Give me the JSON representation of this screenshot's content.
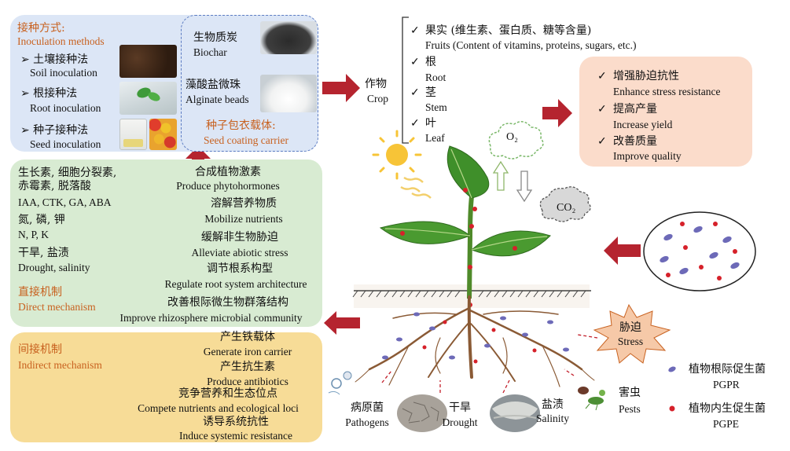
{
  "inoculation": {
    "title_cn": "接种方式:",
    "title_en": "Inoculation methods",
    "methods": [
      {
        "cn": "➢ 土壤接种法",
        "en": "Soil inoculation"
      },
      {
        "cn": "➢ 根接种法",
        "en": "Root inoculation"
      },
      {
        "cn": "➢ 种子接种法",
        "en": "Seed inoculation"
      }
    ],
    "carriers": [
      {
        "cn": "生物质炭",
        "en": "Biochar"
      },
      {
        "cn": "藻酸盐微珠",
        "en": "Alginate beads"
      }
    ],
    "seed_coating_cn": "种子包衣载体:",
    "seed_coating_en": "Seed coating carrier"
  },
  "crop": {
    "label_cn": "作物",
    "label_en": "Crop",
    "parts": [
      {
        "cn": "果实 (维生素、蛋白质、糖等含量)",
        "en": "Fruits (Content of vitamins, proteins, sugars, etc.)"
      },
      {
        "cn": "根",
        "en": "Root"
      },
      {
        "cn": "茎",
        "en": "Stem"
      },
      {
        "cn": "叶",
        "en": "Leaf"
      }
    ]
  },
  "benefits": [
    {
      "cn": "增强胁迫抗性",
      "en": "Enhance stress resistance"
    },
    {
      "cn": "提高产量",
      "en": "Increase yield"
    },
    {
      "cn": "改善质量",
      "en": "Improve quality"
    }
  ],
  "direct": {
    "title_cn": "直接机制",
    "title_en": "Direct mechanism",
    "left_items": [
      {
        "cn": "生长素, 细胞分裂素, 赤霉素, 脱落酸",
        "en": "IAA, CTK, GA, ABA"
      },
      {
        "cn": "氮, 磷, 钾",
        "en": "N, P, K"
      },
      {
        "cn": "干旱, 盐渍",
        "en": "Drought, salinity"
      }
    ],
    "mechanisms": [
      {
        "cn": "合成植物激素",
        "en": "Produce phytohormones"
      },
      {
        "cn": "溶解营养物质",
        "en": "Mobilize nutrients"
      },
      {
        "cn": "缓解非生物胁迫",
        "en": "Alleviate abiotic stress"
      },
      {
        "cn": "调节根系构型",
        "en": "Regulate root system architecture"
      },
      {
        "cn": "改善根际微生物群落结构",
        "en": "Improve rhizosphere microbial community"
      }
    ]
  },
  "indirect": {
    "title_cn": "间接机制",
    "title_en": "Indirect mechanism",
    "mechanisms": [
      {
        "cn": "产生铁载体",
        "en": "Generate iron carrier"
      },
      {
        "cn": "产生抗生素",
        "en": "Produce antibiotics"
      },
      {
        "cn": "竞争营养和生态位点",
        "en": "Compete nutrients and ecological loci"
      },
      {
        "cn": "诱导系统抗性",
        "en": "Induce systemic resistance"
      }
    ]
  },
  "gases": {
    "o2": "O₂",
    "co2": "CO₂"
  },
  "stress": {
    "cn": "胁迫",
    "en": "Stress"
  },
  "stressors": [
    {
      "cn": "病原菌",
      "en": "Pathogens"
    },
    {
      "cn": "干旱",
      "en": "Drought"
    },
    {
      "cn": "盐渍",
      "en": "Salinity"
    },
    {
      "cn": "害虫",
      "en": "Pests"
    }
  ],
  "legend": [
    {
      "cn": "植物根际促生菌",
      "en": "PGPR"
    },
    {
      "cn": "植物内生促生菌",
      "en": "PGPE"
    }
  ],
  "colors": {
    "blue_panel": "#dce6f6",
    "green_panel": "#d8ebd2",
    "yellow_panel": "#f7dc97",
    "peach_panel": "#fbdccb",
    "arrow_red": "#b5242f",
    "accent_orange": "#c8611f"
  }
}
